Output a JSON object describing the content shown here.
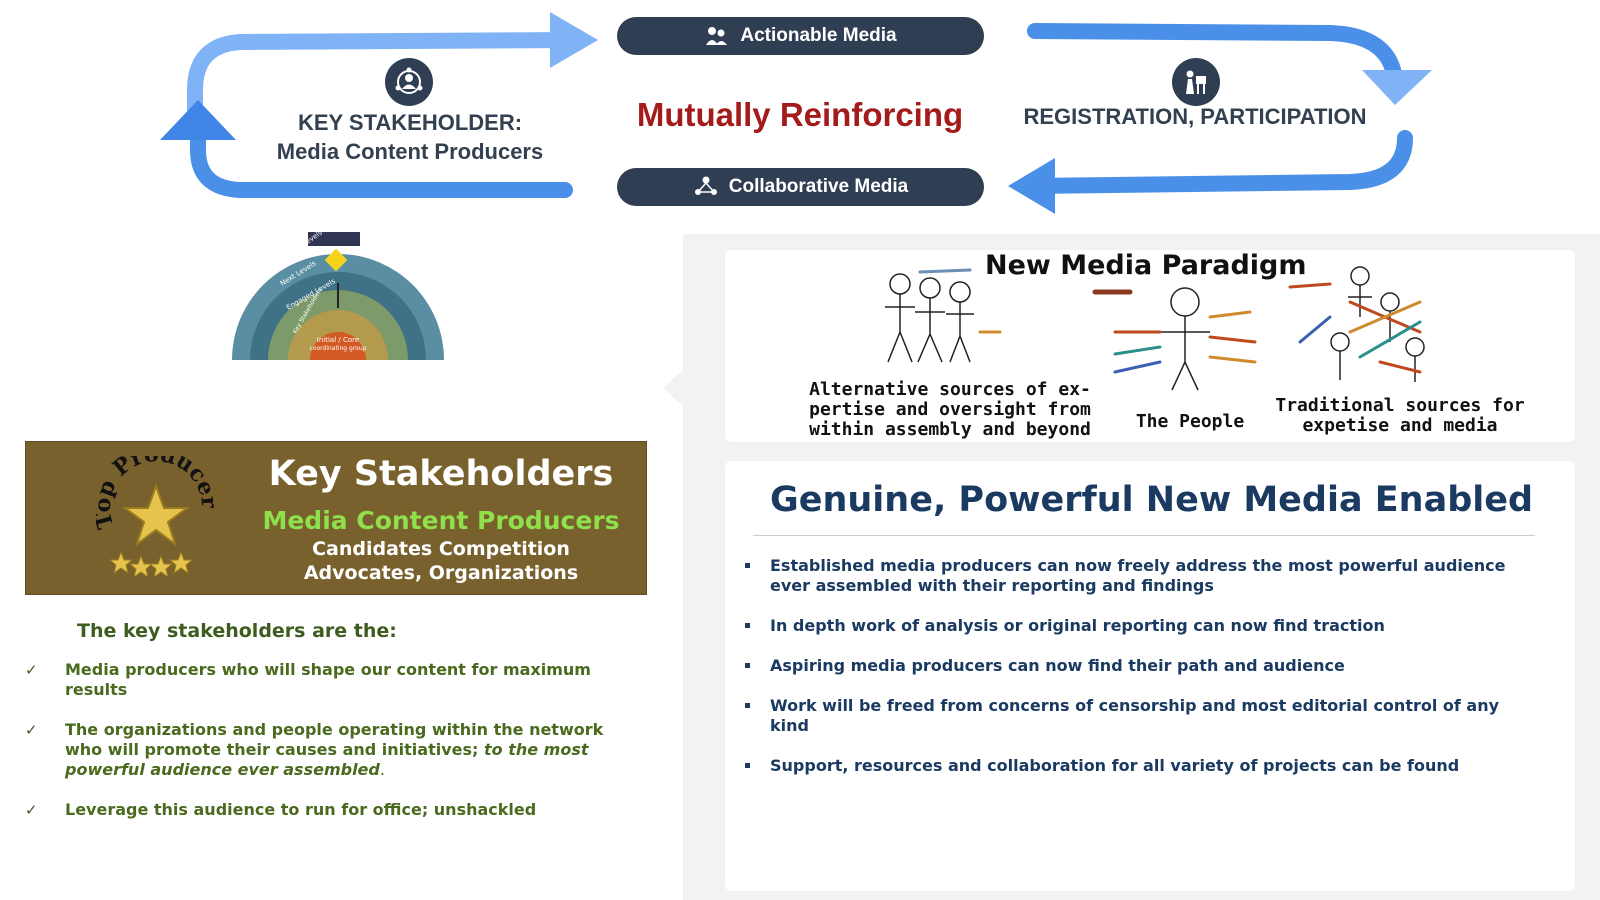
{
  "cycle": {
    "actionable_label": "Actionable Media",
    "collaborative_label": "Collaborative Media",
    "center_title": "Mutually Reinforcing",
    "stakeholder_line1": "KEY STAKEHOLDER:",
    "stakeholder_line2": "Media Content Producers",
    "registration_label": "REGISTRATION, PARTICIPATION",
    "arrow_color": "#4a8fe8"
  },
  "semicircle": {
    "levels": [
      "Distant Levels",
      "Next Levels",
      "Engaged Levels",
      "Key Stakeholders"
    ],
    "core_line1": "Initial / Core",
    "core_line2": "coordinating group",
    "colors": [
      "#4f8196",
      "#3f7187",
      "#7d9b6a",
      "#b39a4c",
      "#d35a23"
    ]
  },
  "key_stakeholders": {
    "badge_text": "Top Producer",
    "title": "Key Stakeholders",
    "subtitle": "Media Content Producers",
    "line1": "Candidates Competition",
    "line2": "Advocates, Organizations",
    "intro": "The key stakeholders are the:",
    "items": [
      {
        "text": "Media producers who will shape our content for maximum results",
        "italic": ""
      },
      {
        "text": "The organizations and people operating within the network who will promote their causes and initiatives; ",
        "italic": "to the most powerful audience ever assembled",
        "tail": "."
      },
      {
        "text": "Leverage this audience to run for office; unshackled",
        "italic": ""
      }
    ],
    "check_glyph": "✓"
  },
  "paradigm": {
    "title": "New Media Paradigm",
    "left_label": "Alternative sources of ex-\npertise and oversight from\nwithin assembly and beyond",
    "center_label": "The People",
    "right_label": "Traditional sources for\nexpetise and media"
  },
  "genuine": {
    "title": "Genuine, Powerful New Media Enabled",
    "bullets": [
      "Established media producers can now freely address the most powerful audience ever assembled  with their reporting and findings",
      "In depth work of analysis or original reporting can now find traction",
      "Aspiring media producers can now find their path and audience",
      "Work will be freed from concerns of censorship and most editorial control of any kind",
      "Support, resources and collaboration for all variety of projects can be found"
    ]
  }
}
